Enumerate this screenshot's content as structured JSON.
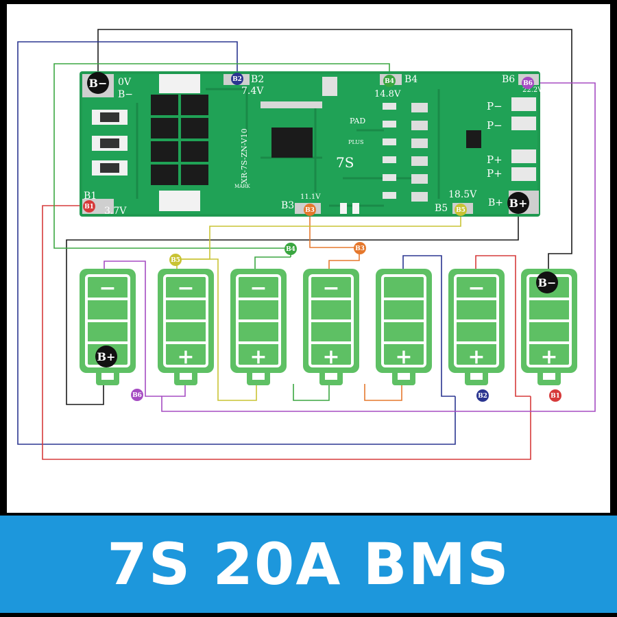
{
  "banner": {
    "title": "7S 20A BMS"
  },
  "board": {
    "pads": {
      "zero_v": "0V",
      "b_minus": "B−",
      "b2": "B2",
      "b2_voltage": "7.4V",
      "b4": "B4",
      "b4_voltage": "14.8V",
      "b6": "B6",
      "b6_voltage": "22.2V",
      "b1": "B1",
      "b1_voltage": "3.7V",
      "b3": "B3",
      "b3_voltage": "11.1V",
      "b5": "B5",
      "b5_voltage": "18.5V",
      "b_plus": "B+",
      "p_minus_1": "P−",
      "p_minus_2": "P−",
      "p_plus_1": "P+",
      "p_plus_2": "P+"
    },
    "silkscreen": {
      "pad": "PAD",
      "plus": "PLUS",
      "cells": "7S",
      "version": "XR-7S-ZN-V10",
      "mark": "MARK"
    }
  },
  "markers": {
    "b_minus": "B−",
    "b_plus": "B+",
    "b1": "B1",
    "b2": "B2",
    "b3": "B3",
    "b4": "B4",
    "b5": "B5",
    "b6": "B6"
  },
  "battery_symbols": {
    "minus": "−",
    "plus": "+"
  },
  "wire_colors": {
    "black": "#1a1a1a",
    "b1_red": "#d63a3a",
    "b2_navy": "#2a3590",
    "b3_orange": "#e5782d",
    "b4_green": "#3aa640",
    "b5_yellow": "#c9c334",
    "b6_purple": "#a54bc2"
  }
}
